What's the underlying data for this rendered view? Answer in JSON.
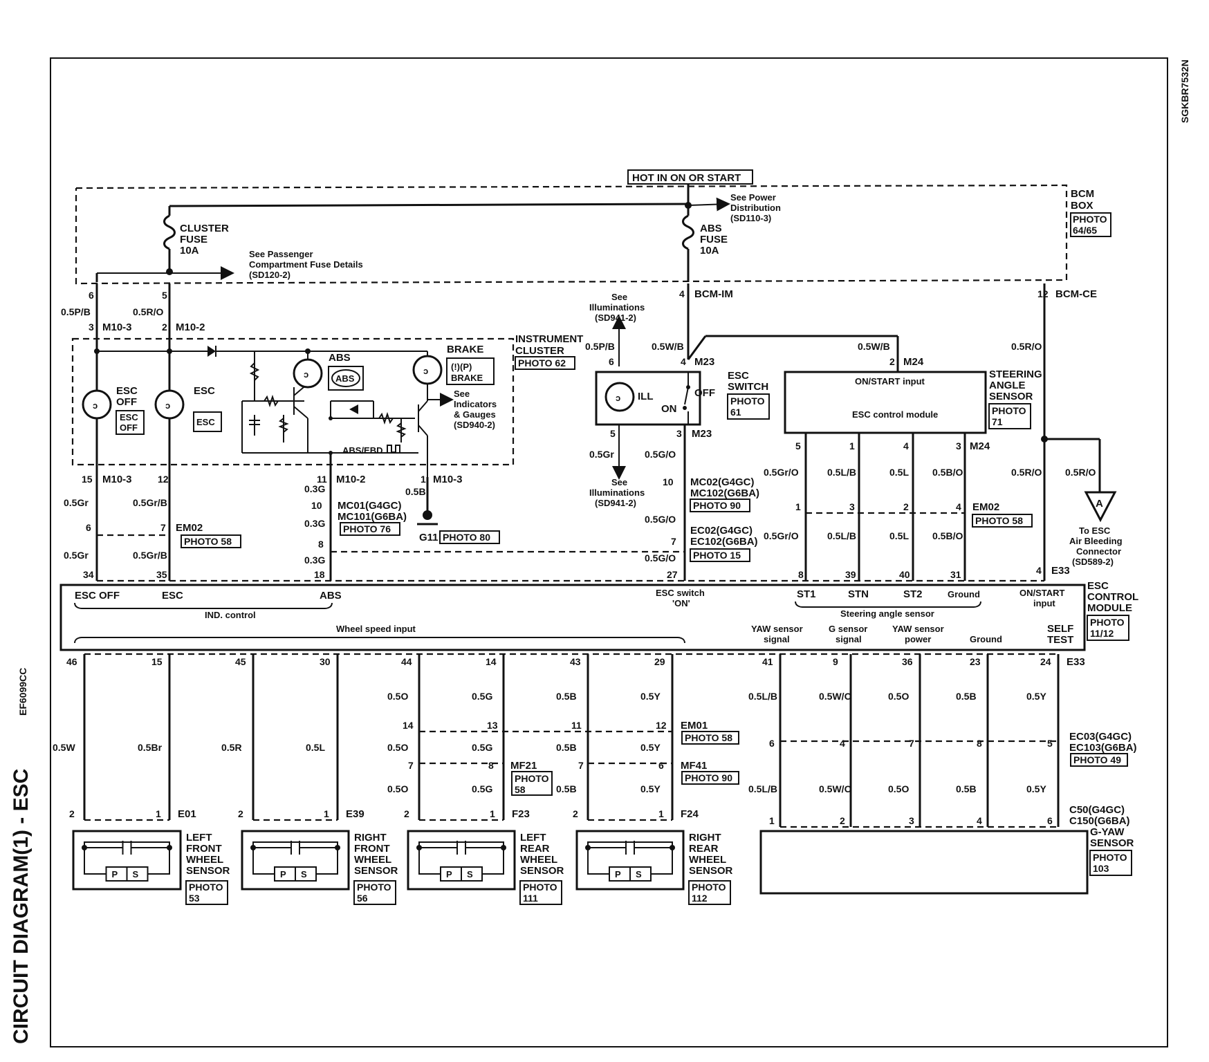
{
  "page": {
    "side_title": "CIRCUIT DIAGRAM(1) - ESC",
    "side_code": "EF6099CC",
    "corner_code": "SGKBR7532N"
  },
  "top": {
    "hot_label": "HOT IN ON OR START",
    "see_power": [
      "See Power",
      "Distribution",
      "(SD110-3)"
    ],
    "cluster_fuse": [
      "CLUSTER",
      "FUSE",
      "10A"
    ],
    "abs_fuse": [
      "ABS",
      "FUSE",
      "10A"
    ],
    "see_passenger": [
      "See Passenger",
      "Compartment Fuse Details",
      "(SD120-2)"
    ],
    "bcm_box": [
      "BCM",
      "BOX"
    ],
    "bcm_photo": [
      "PHOTO",
      "64/65"
    ],
    "bcm_im": "BCM-IM",
    "bcm_ce": "BCM-CE"
  },
  "pins": {
    "p6": "6",
    "p5": "5",
    "p4": "4",
    "p12": "12",
    "p3": "3",
    "p2": "2",
    "p15": "15",
    "p12b": "12",
    "p11": "11",
    "p1": "1",
    "p6b": "6",
    "p7": "7",
    "p10": "10",
    "p8": "8",
    "p34": "34",
    "p35": "35",
    "p18": "18",
    "p27": "27",
    "p6c": "6",
    "p4b": "4",
    "p2b": "2",
    "p5b": "5",
    "p3b": "3",
    "p5c": "5",
    "p1b": "1",
    "p4c": "4",
    "p3c": "3",
    "p1c": "1",
    "p3d": "3",
    "p2c": "2",
    "p4d": "4",
    "p8b": "8",
    "p39": "39",
    "p40": "40",
    "p31": "31",
    "p4e": "4",
    "p10b": "10",
    "p7b": "7"
  },
  "wires": {
    "w05pb": "0.5P/B",
    "w05ro": "0.5R/O",
    "w05gr": "0.5Gr",
    "w05grb": "0.5Gr/B",
    "w05gr2": "0.5Gr",
    "w05grb2": "0.5Gr/B",
    "w03g": "0.3G",
    "w03g2": "0.3G",
    "w03g3": "0.3G",
    "w05b": "0.5B",
    "w05pb2": "0.5P/B",
    "w05wb": "0.5W/B",
    "w05gr3": "0.5Gr",
    "w05go": "0.5G/O",
    "w05go2": "0.5G/O",
    "w05go3": "0.5G/O",
    "w05wb2": "0.5W/B",
    "w05ro2": "0.5R/O",
    "w05ro3": "0.5R/O",
    "w05ro4": "0.5R/O",
    "w05gro": "0.5Gr/O",
    "w05lb": "0.5L/B",
    "w05l": "0.5L",
    "w05bo": "0.5B/O",
    "w05gro2": "0.5Gr/O",
    "w05lb2": "0.5L/B",
    "w05l2": "0.5L",
    "w05bo2": "0.5B/O"
  },
  "connectors": {
    "m103": "M10-3",
    "m102": "M10-2",
    "m103b": "M10-3",
    "m102b": "M10-2",
    "m103c": "M10-3",
    "em02": "EM02",
    "mc01": "MC01(G4GC)",
    "mc101": "MC101(G6BA)",
    "m23": "M23",
    "m23b": "M23",
    "m24": "M24",
    "m24b": "M24",
    "mc02": "MC02(G4GC)",
    "mc102": "MC102(G6BA)",
    "ec02": "EC02(G4GC)",
    "ec102": "EC102(G6BA)",
    "em02b": "EM02",
    "e33": "E33",
    "e33b": "E33",
    "g11": "G11"
  },
  "photos": {
    "p58": "PHOTO 58",
    "p76": "PHOTO 76",
    "p80": "PHOTO 80",
    "p62": "PHOTO 62",
    "p90": "PHOTO 90",
    "p15": "PHOTO 15",
    "p58b": "PHOTO 58"
  },
  "cluster": {
    "title": [
      "INSTRUMENT",
      "CLUSTER"
    ],
    "esc_off": [
      "ESC",
      "OFF"
    ],
    "esc": "ESC",
    "esc_off_ind": [
      "ESC",
      "OFF"
    ],
    "esc_ind": "ESC",
    "abs": "ABS",
    "abs_ind": "ABS",
    "brake": "BRAKE",
    "brake_ind": "BRAKE",
    "see_ind": [
      "See",
      "Indicators",
      "& Gauges",
      "(SD940-2)"
    ],
    "abs_ebd": "ABS/EBD"
  },
  "esc_switch": {
    "title": [
      "ESC",
      "SWITCH"
    ],
    "photo": [
      "PHOTO",
      "61"
    ],
    "ill": "ILL",
    "off": "OFF",
    "on": "ON",
    "see_ill_top": [
      "See",
      "Illuminations",
      "(SD941-2)"
    ],
    "see_ill_bot": [
      "See",
      "Illuminations",
      "(SD941-2)"
    ]
  },
  "steering": {
    "onstart": "ON/START input",
    "module": "ESC control module",
    "title": [
      "STEERING",
      "ANGLE",
      "SENSOR"
    ],
    "photo": [
      "PHOTO",
      "71"
    ]
  },
  "air_bleed": {
    "letter": "A",
    "text": [
      "To ESC",
      "Air Bleeding",
      "Connector",
      "(SD589-2)"
    ]
  },
  "module": {
    "esc_off": "ESC OFF",
    "esc": "ESC",
    "abs": "ABS",
    "ind_control": "IND. control",
    "esc_switch_on": [
      "ESC switch",
      "'ON'"
    ],
    "st1": "ST1",
    "stn": "STN",
    "st2": "ST2",
    "ground": "Ground",
    "steering_angle": "Steering angle sensor",
    "onstart": [
      "ON/START",
      "input"
    ],
    "wheel_speed": "Wheel speed input",
    "yaw_signal": [
      "YAW sensor",
      "signal"
    ],
    "g_signal": [
      "G sensor",
      "signal"
    ],
    "yaw_power": [
      "YAW sensor",
      "power"
    ],
    "ground2": "Ground",
    "self_test": [
      "SELF",
      "TEST"
    ],
    "title": [
      "ESC",
      "CONTROL",
      "MODULE"
    ],
    "photo": [
      "PHOTO",
      "11/12"
    ]
  },
  "bottom_pins": [
    "46",
    "15",
    "45",
    "30",
    "44",
    "14",
    "43",
    "29",
    "41",
    "9",
    "36",
    "23",
    "24"
  ],
  "bottom_e33": "E33",
  "wheel_wires_a": [
    "0.5O",
    "0.5G",
    "0.5B",
    "0.5Y",
    "0.5L/B",
    "0.5W/O",
    "0.5O",
    "0.5B",
    "0.5Y"
  ],
  "em01": {
    "pins": [
      "14",
      "13",
      "11",
      "12"
    ],
    "name": "EM01",
    "photo": "PHOTO 58"
  },
  "wheel_wires_b": [
    "0.5W",
    "0.5Br",
    "0.5R",
    "0.5L",
    "0.5O",
    "0.5G",
    "0.5B",
    "0.5Y"
  ],
  "mf21": {
    "pins": [
      "7",
      "8"
    ],
    "name": "MF21",
    "photo": [
      "PHOTO",
      "58"
    ]
  },
  "mf41": {
    "pins": [
      "7",
      "6"
    ],
    "name": "MF41",
    "photo": "PHOTO 90"
  },
  "wheel_wires_c": [
    "0.5O",
    "0.5G",
    "0.5B",
    "0.5Y",
    "0.5L/B",
    "0.5W/O",
    "0.5O",
    "0.5B",
    "0.5Y"
  ],
  "ec03": {
    "pins": [
      "6",
      "4",
      "7",
      "8",
      "5"
    ],
    "names": [
      "EC03(G4GC)",
      "EC103(G6BA)"
    ],
    "photo": "PHOTO 49"
  },
  "c50": {
    "pins": [
      "1",
      "2",
      "3",
      "4",
      "6"
    ],
    "names": [
      "C50(G4GC)",
      "C150(G6BA)"
    ]
  },
  "sensors": [
    {
      "pins": [
        "2",
        "1"
      ],
      "conn": "E01",
      "title": [
        "LEFT",
        "FRONT",
        "WHEEL",
        "SENSOR"
      ],
      "photo": [
        "PHOTO",
        "53"
      ],
      "p": "P",
      "s": "S"
    },
    {
      "pins": [
        "2",
        "1"
      ],
      "conn": "E39",
      "title": [
        "RIGHT",
        "FRONT",
        "WHEEL",
        "SENSOR"
      ],
      "photo": [
        "PHOTO",
        "56"
      ],
      "p": "P",
      "s": "S"
    },
    {
      "pins": [
        "2",
        "1"
      ],
      "conn": "F23",
      "title": [
        "LEFT",
        "REAR",
        "WHEEL",
        "SENSOR"
      ],
      "photo": [
        "PHOTO",
        "111"
      ],
      "p": "P",
      "s": "S"
    },
    {
      "pins": [
        "2",
        "1"
      ],
      "conn": "F24",
      "title": [
        "RIGHT",
        "REAR",
        "WHEEL",
        "SENSOR"
      ],
      "photo": [
        "PHOTO",
        "112"
      ],
      "p": "P",
      "s": "S"
    }
  ],
  "gyaw": {
    "title": [
      "G-YAW",
      "SENSOR"
    ],
    "photo": [
      "PHOTO",
      "103"
    ]
  }
}
